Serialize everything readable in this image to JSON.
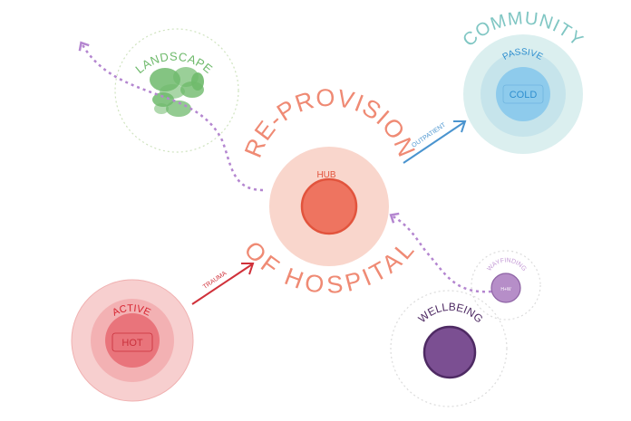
{
  "diagram": {
    "center": {
      "title_top": "RE-PROVISION",
      "title_bottom": "OF HOSPITAL",
      "hub_label": "HUB"
    },
    "community": {
      "title": "COMMUNITY",
      "ring_label": "PASSIVE",
      "core_label": "COLD"
    },
    "landscape": {
      "title": "LANDSCAPE"
    },
    "active": {
      "ring_label": "ACTIVE",
      "core_label": "HOT"
    },
    "wayfinding": {
      "title": "WAYFINDING",
      "core_label": "H+W"
    },
    "wellbeing": {
      "title": "WELLBEING"
    },
    "arrows": {
      "outpatient": "OUTPATIENT",
      "trauma": "TRAUMA"
    },
    "colors": {
      "hub_ring": "#f9d6cc",
      "hub_core": "#ee7460",
      "hub_text": "#ef8a74",
      "community_ring": "#d5ecec",
      "community_text": "#7fc6c3",
      "cold_core": "#8ecbec",
      "cold_text": "#2f8fcf",
      "landscape_green": "#6fba6c",
      "active_ring": "#f4b9b9",
      "hot_core": "#e9747b",
      "active_text": "#d7232f",
      "wellbeing_core": "#7b4f92",
      "wayfinding_core": "#b68ec8",
      "dotted_path": "#b486d0",
      "outpatient_arrow": "#4a94cf",
      "trauma_arrow": "#d0313a"
    }
  }
}
